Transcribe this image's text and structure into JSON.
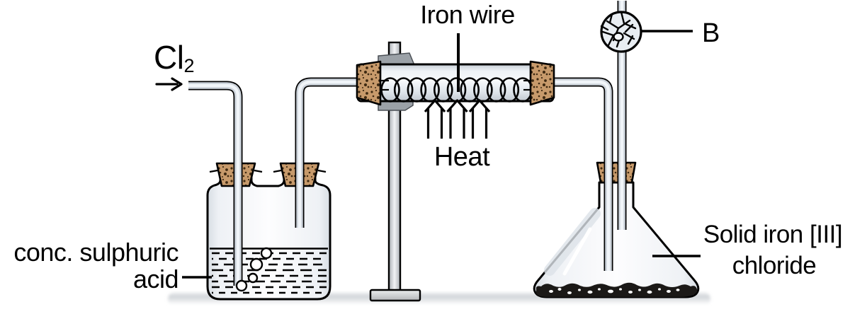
{
  "diagram": {
    "labels": {
      "gas": "Cl",
      "gas_sub": "2",
      "iron_wire": "Iron wire",
      "heat": "Heat",
      "bulb": "B",
      "product_line1": "Solid iron [III]",
      "product_line2": "chloride",
      "acid_line1": "conc. sulphuric",
      "acid_line2": "acid"
    },
    "colors": {
      "outline": "#000000",
      "cork": "#c79a6b",
      "cork_speckle": "#3f2a12",
      "glass_edge": "#ccd3db",
      "glass_center": "#f1f5f9",
      "clamp_gray": "#9ba1a7",
      "solid_product": "#1b1917",
      "background": "#ffffff"
    }
  }
}
